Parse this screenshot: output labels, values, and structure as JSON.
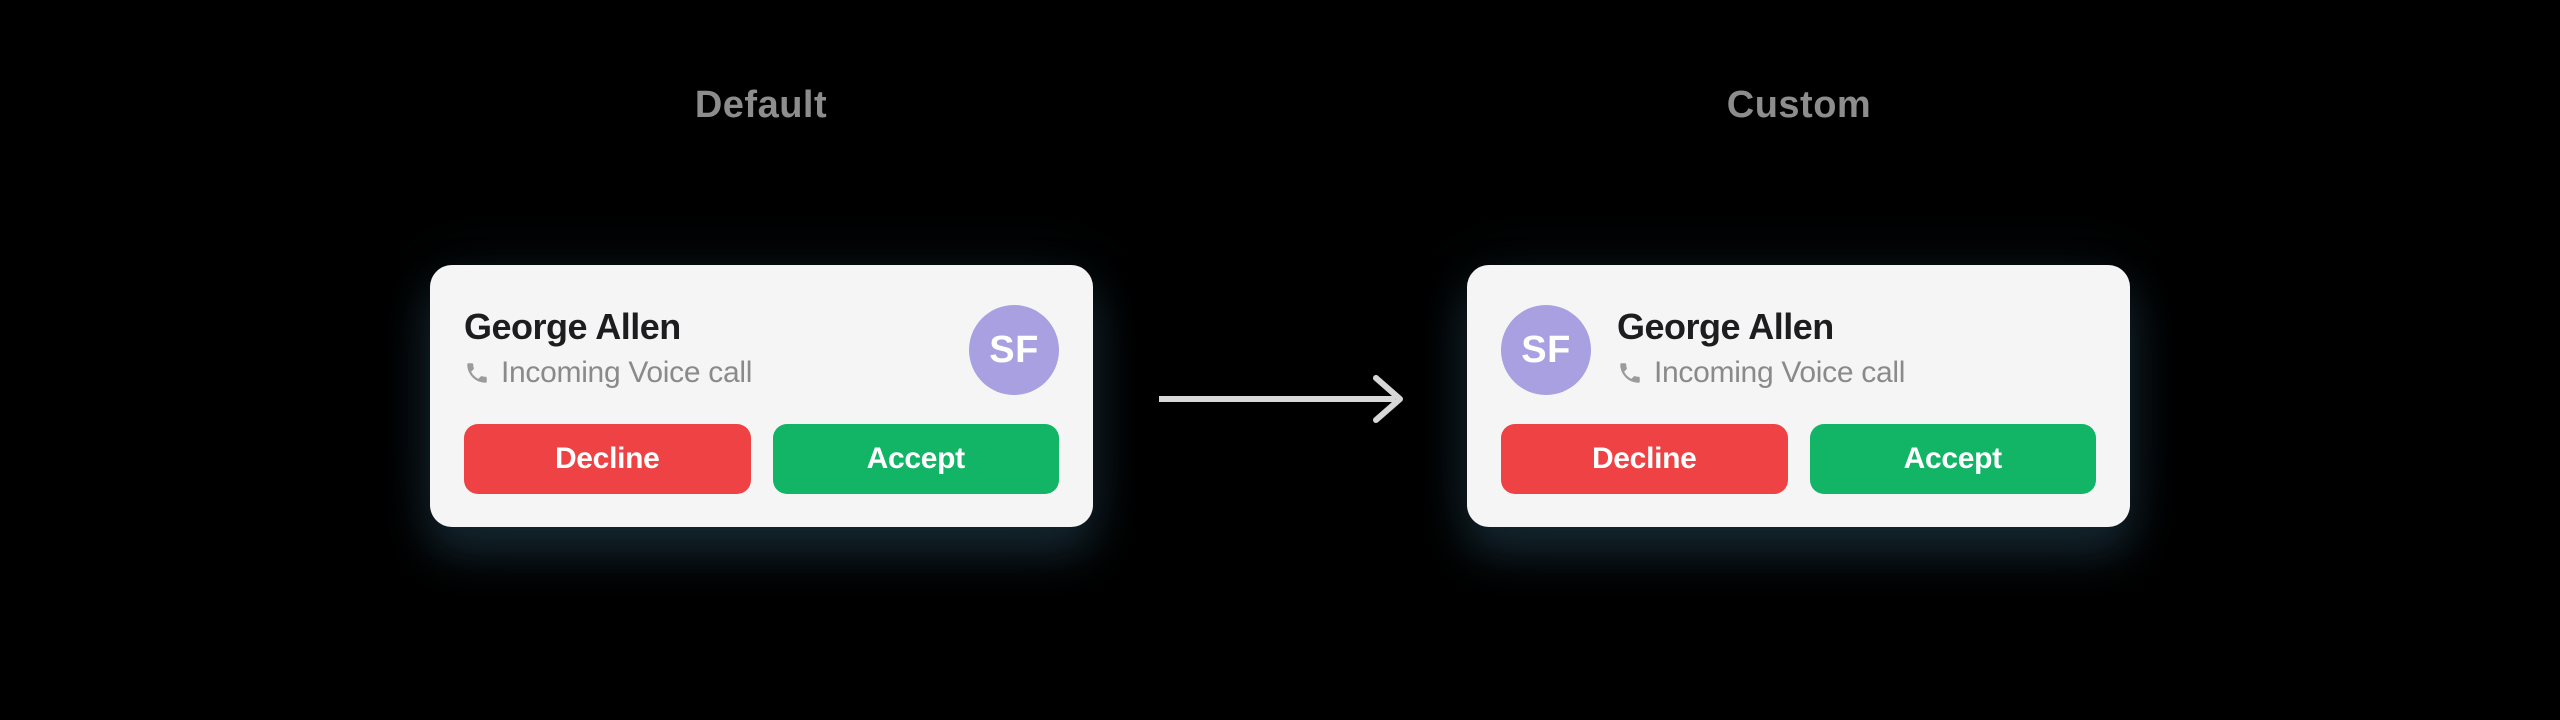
{
  "sections": {
    "default_label": "Default",
    "custom_label": "Custom"
  },
  "cards": {
    "default": {
      "caller_name": "George Allen",
      "call_type": "Incoming Voice call",
      "avatar_initials": "SF",
      "decline_label": "Decline",
      "accept_label": "Accept"
    },
    "custom": {
      "caller_name": "George Allen",
      "call_type": "Incoming Voice call",
      "avatar_initials": "SF",
      "decline_label": "Decline",
      "accept_label": "Accept"
    }
  },
  "icons": {
    "subtitle_icon": "phone-icon",
    "between_cards": "arrow-right-icon"
  },
  "colors": {
    "page_bg": "#000000",
    "card_bg": "#f5f5f6",
    "caller_name_text": "#1d1d1f",
    "call_type_text": "#8a8a8a",
    "phone_icon": "#9b9b9b",
    "avatar_bg": "#a8a0e0",
    "avatar_text": "#ffffff",
    "decline_bg": "#ee4245",
    "accept_bg": "#12b465",
    "button_text": "#ffffff",
    "arrow": "#d8d8d8",
    "section_label_text": "#8d8d8d"
  }
}
